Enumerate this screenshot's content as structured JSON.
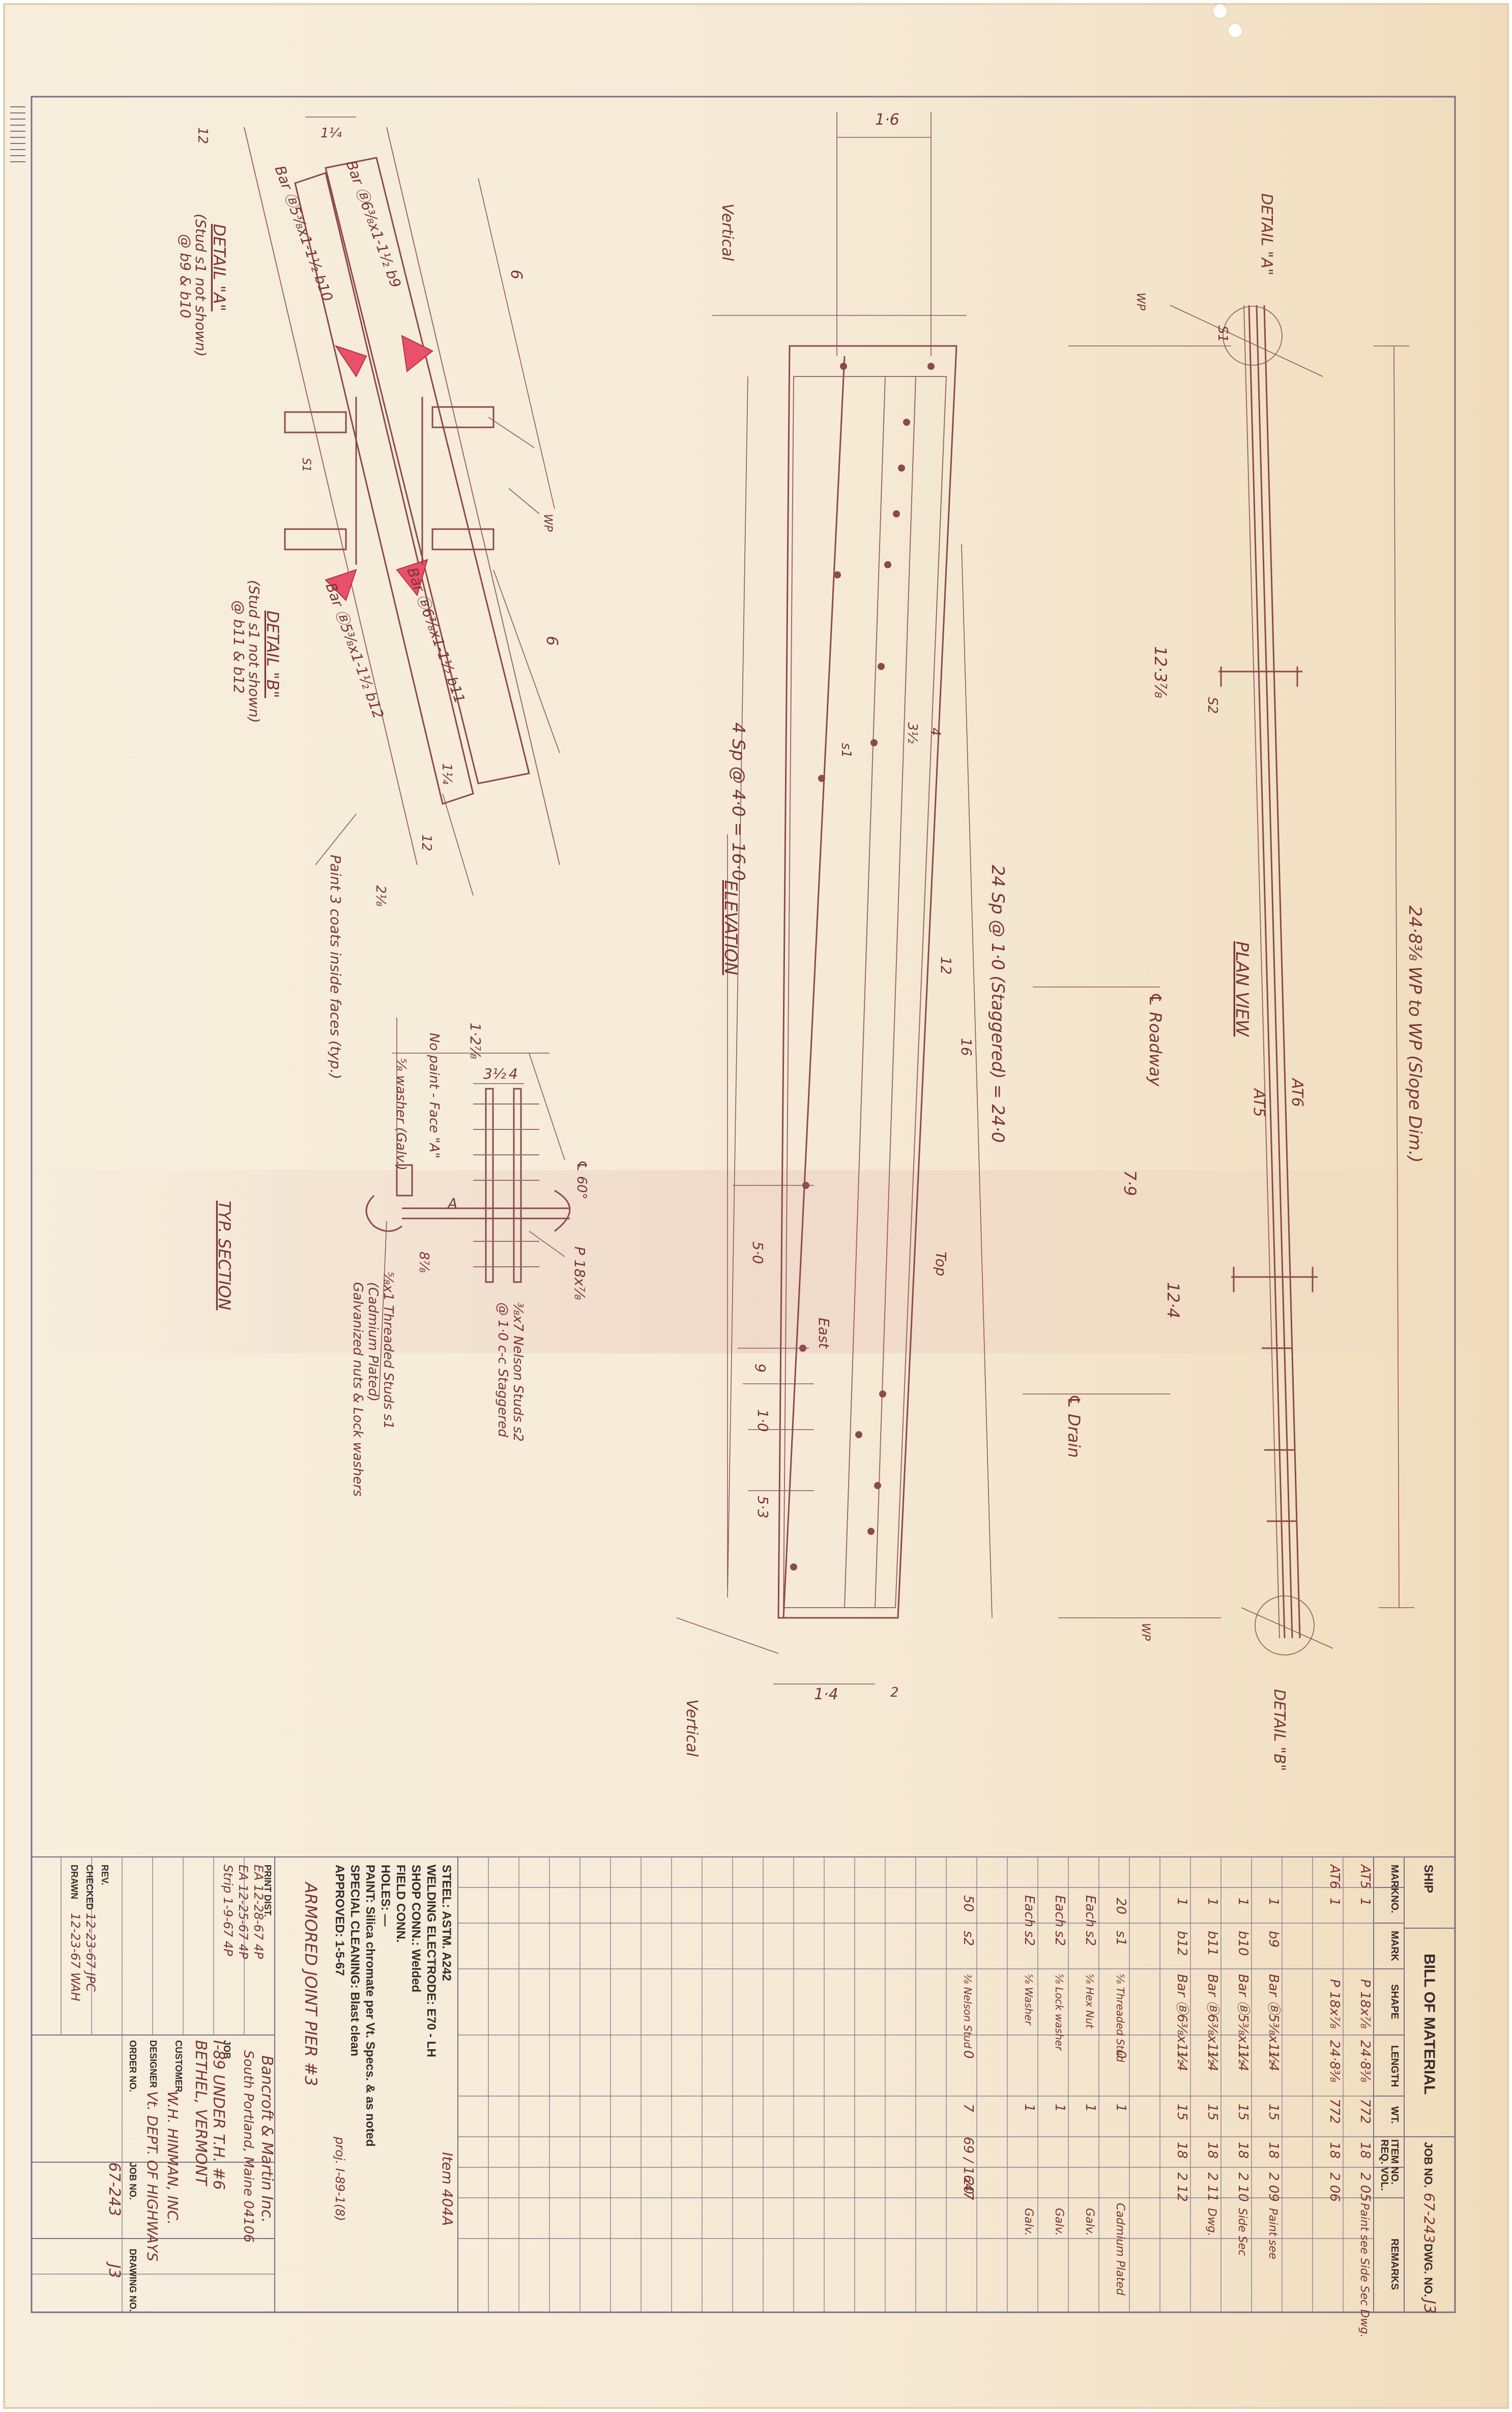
{
  "details": {
    "detail_a": {
      "title": "DETAIL \"A\"",
      "note1": "(Stud s1 not shown)",
      "note2": "@ b9 & b10",
      "bar1": "Bar Ⓑ5⅜x1-1½ b10",
      "bar2": "Bar Ⓑ6⅜x1-1½ b9",
      "dim1": "1¼",
      "dim2": "12",
      "dim3": "6"
    },
    "detail_b": {
      "title": "DETAIL \"B\"",
      "note1": "(Stud s1 not shown)",
      "note2": "@ b11 & b12",
      "bar1": "Bar Ⓑ5⅜x1-1½ b12",
      "bar2": "Bar Ⓑ6⅜x1-1½ b11",
      "dim1": "1¼",
      "dim2": "12",
      "dim3": "2⅛",
      "dim4": "6"
    },
    "paint_note": "Paint 3 coats inside faces (typ.)",
    "wp": "WP",
    "s1": "S1"
  },
  "typ_section": {
    "title": "TYP. SECTION",
    "dim_top": "1·2⅞",
    "no_paint": "No paint - Face \"A\"",
    "washer": "⅝ washer (Galv.)",
    "dim_a": "3½",
    "dim_b": "4",
    "face": "A",
    "plate": "P 18x⅞",
    "cl": "℄ 60°",
    "stud_s1_line1": "⅝x1 Threaded Studs s1",
    "stud_s1_line2": "(Cadmium Plated)",
    "stud_s1_line3": "Galvanized nuts & Lock washers",
    "stud_s2_line1": "⅜x7 Nelson Studs s2",
    "stud_s2_line2": "@ 1·0 c-c Staggered",
    "dim_87": "8⅞"
  },
  "elevation": {
    "title": "ELEVATION",
    "vertical_top": "Vertical",
    "vertical_bottom": "Vertical",
    "dim_top": "1·6",
    "dim_bottom": "1·4",
    "spacing_a": "4 Sp @ 4·0 = 16·0",
    "spacing_b": "24 Sp @ 1·0 (Staggered) = 24·0",
    "roadway": "℄ Roadway",
    "drain": "℄ Drain",
    "dim_79": "7·9",
    "dim_124": "12·4",
    "dim_1238": "12·3⅞",
    "top": "Top",
    "east": "East",
    "s1": "s1",
    "d12": "12",
    "d16": "16",
    "d50": "5·0",
    "d9": "9",
    "d10": "1·0",
    "d53": "5·3",
    "d4": "4",
    "d2": "2",
    "d3": "3½",
    "wp": "WP"
  },
  "plan": {
    "title": "PLAN VIEW",
    "overall": "24·8⅜ WP to WP (Slope Dim.)",
    "detail_a_label": "DETAIL \"A\"",
    "detail_b_label": "DETAIL \"B\"",
    "at6": "AT6",
    "at5": "AT5",
    "s1": "S1",
    "s2": "S2"
  },
  "bill": {
    "ship": "SHIP",
    "title": "BILL OF MATERIAL",
    "job_no_label": "JOB NO.",
    "job_no_value": "67-243",
    "dwg_no_label": "DWG. NO.",
    "dwg_no_value": "J3",
    "headers": [
      "MARK",
      "NO.",
      "MARK",
      "SHAPE",
      "LENGTH",
      "WT.",
      "ITEM NO.",
      "REQ. VOL.",
      "REMARKS"
    ],
    "rows": [
      [
        "AT5",
        "1",
        "",
        "P 18x⅞",
        "24·8⅜",
        "772",
        "18",
        "2 05",
        "Paint see Side Sec Dwg."
      ],
      [
        "AT6",
        "1",
        "",
        "P 18x⅞",
        "24·8⅜",
        "772",
        "18",
        "2 06",
        ""
      ],
      [
        "",
        "",
        "",
        "",
        "",
        "",
        "",
        "",
        ""
      ],
      [
        "",
        "1",
        "b9",
        "Bar Ⓑ5⅜x1½",
        "1·4",
        "15",
        "18",
        "2 09",
        "Paint see"
      ],
      [
        "",
        "1",
        "b10",
        "Bar Ⓑ5⅜x1½",
        "1·4",
        "15",
        "18",
        "2 10",
        "Side Sec"
      ],
      [
        "",
        "1",
        "b11",
        "Bar Ⓑ6⅜x1½",
        "1·4",
        "15",
        "18",
        "2 11",
        "Dwg."
      ],
      [
        "",
        "1",
        "b12",
        "Bar Ⓑ6⅜x1½",
        "1·4",
        "15",
        "18",
        "2 12",
        ""
      ],
      [
        "",
        "",
        "",
        "",
        "",
        "",
        "",
        "",
        ""
      ],
      [
        "",
        "20",
        "s1",
        "⅝ Threaded Stud",
        "0",
        "1",
        "",
        "",
        "Cadmium Plated"
      ],
      [
        "",
        "Each",
        "s2",
        "⅝ Hex Nut",
        "",
        "1",
        "",
        "",
        "Galv."
      ],
      [
        "",
        "Each",
        "s2",
        "⅝ Lock washer",
        "",
        "1",
        "",
        "",
        "Galv."
      ],
      [
        "",
        "Each",
        "s2",
        "⅝ Washer",
        "",
        "1",
        "",
        "",
        "Galv."
      ],
      [
        "",
        "",
        "",
        "",
        "",
        "",
        "",
        "",
        ""
      ],
      [
        "",
        "50",
        "s2",
        "⅜ Nelson Stud",
        "0",
        "7",
        "69 / 1647",
        "20",
        ""
      ]
    ],
    "steel": "STEEL: ASTM. A242",
    "electrode": "WELDING ELECTRODE: E70 - LH",
    "shop_conn": "SHOP CONN.: Welded",
    "field_conn": "FIELD CONN.",
    "holes": "HOLES: —",
    "paint": "PAINT: Silica chromate per Vt. Specs. & as noted",
    "cleaning": "SPECIAL CLEANING: Blast clean",
    "approved": "APPROVED: 1-5-67",
    "proj": "proj. I-89-1(8)",
    "item": "Item 404A",
    "print_dist": "PRINT DIST.",
    "dist_rows": [
      "EA 12-28-67 4P",
      "EA 12-25-67 4P",
      "Strip 1-9-67 4P"
    ],
    "job_title": "ARMORED JOINT PIER #3",
    "company1": "Bancroft & Martin Inc.",
    "company2": "South Portland, Maine 04106",
    "job_label": "JOB",
    "job1": "I-89 UNDER T.H. #6",
    "job2": "BETHEL, VERMONT",
    "customer_label": "CUSTOMER",
    "customer": "W.H. HINMAN, INC.",
    "designer_label": "DESIGNER",
    "designer": "Vt. DEPT. OF HIGHWAYS",
    "order_label": "ORDER NO.",
    "jobno2_label": "JOB NO.",
    "drawing_label": "DRAWING NO.",
    "jobno2": "67-243",
    "drawing": "J3",
    "rev_label": "REV.",
    "checked_label": "CHECKED",
    "drawn_label": "DRAWN",
    "checked": "12-23-67 JPC",
    "drawn": "12-23-67 WAH"
  }
}
